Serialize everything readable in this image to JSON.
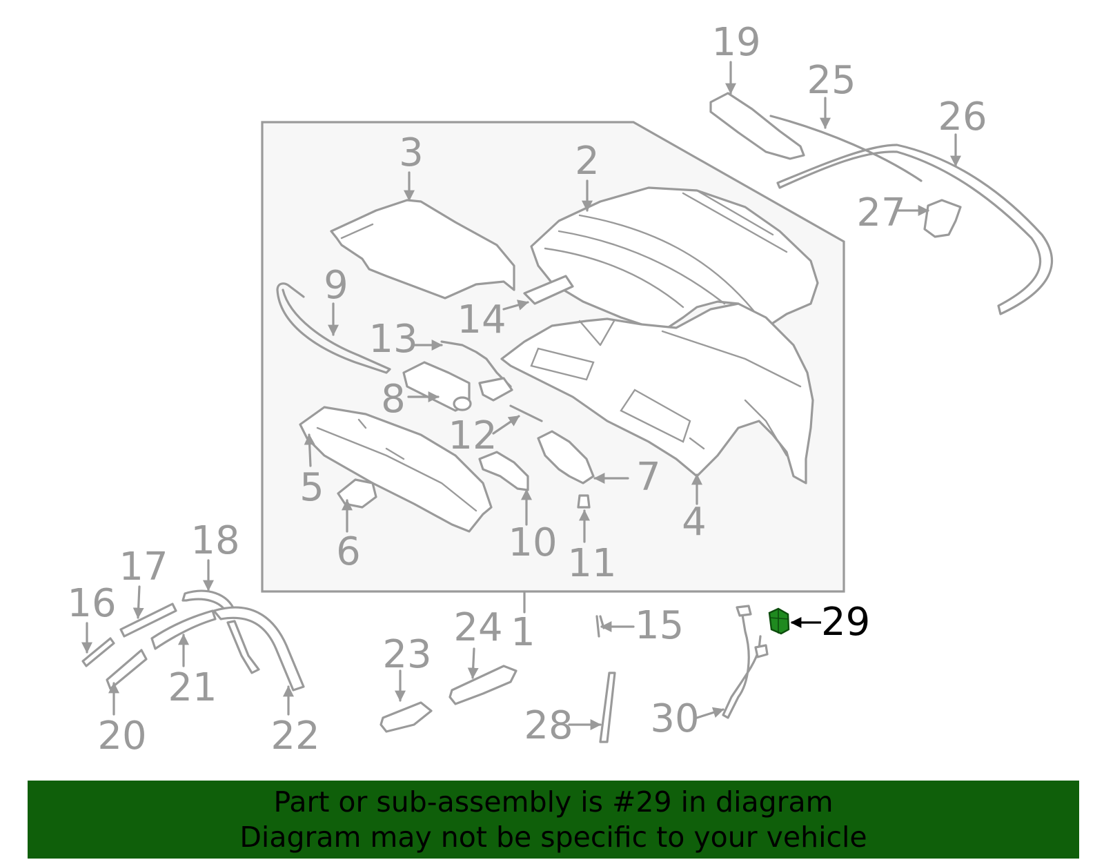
{
  "colors": {
    "line": "#9a9a9a",
    "highlight_part": "#1f8a1f",
    "banner_bg": "#0f5f0a",
    "banner_text": "#000000",
    "group_box_fill": "#f7f7f7"
  },
  "callouts": {
    "c1": "1",
    "c2": "2",
    "c3": "3",
    "c4": "4",
    "c5": "5",
    "c6": "6",
    "c7": "7",
    "c8": "8",
    "c9": "9",
    "c10": "10",
    "c11": "11",
    "c12": "12",
    "c13": "13",
    "c14": "14",
    "c15": "15",
    "c16": "16",
    "c17": "17",
    "c18": "18",
    "c19": "19",
    "c20": "20",
    "c21": "21",
    "c22": "22",
    "c23": "23",
    "c24": "24",
    "c25": "25",
    "c26": "26",
    "c27": "27",
    "c28": "28",
    "c29": "29",
    "c30": "30"
  },
  "highlighted_part": "29",
  "banner": {
    "line1": "Part or sub-assembly is #29 in diagram",
    "line2": "Diagram may not be specific to your vehicle"
  }
}
